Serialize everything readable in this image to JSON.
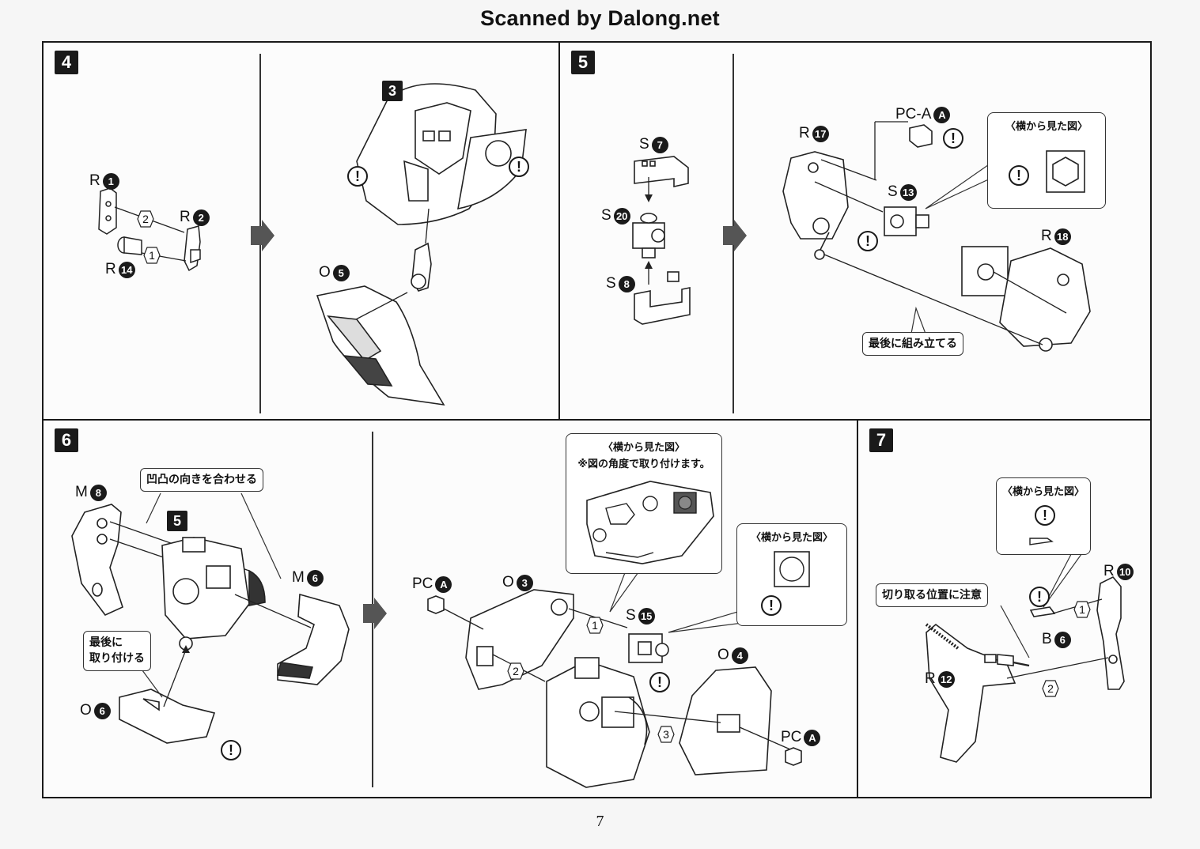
{
  "header": {
    "title": "Scanned by Dalong.net"
  },
  "page_number": "7",
  "steps": {
    "s4": {
      "number": "4",
      "sub_ref": "3",
      "labels": {
        "r1": "R",
        "r1_n": "1",
        "r2": "R",
        "r2_n": "2",
        "r14": "R",
        "r14_n": "14",
        "o5": "O",
        "o5_n": "5"
      },
      "orders": [
        "2",
        "1"
      ]
    },
    "s5": {
      "number": "5",
      "labels": {
        "s7": "S",
        "s7_n": "7",
        "s20": "S",
        "s20_n": "20",
        "s8": "S",
        "s8_n": "8",
        "r17": "R",
        "r17_n": "17",
        "pca": "PC-A",
        "pca_n": "A",
        "s13": "S",
        "s13_n": "13",
        "r18": "R",
        "r18_n": "18"
      },
      "side_view": "〈横から見た図〉",
      "note": "最後に組み立てる"
    },
    "s6": {
      "number": "6",
      "sub_ref": "5",
      "labels": {
        "m8": "M",
        "m8_n": "8",
        "m6": "M",
        "m6_n": "6",
        "o6": "O",
        "o6_n": "6",
        "pca1": "PC",
        "pca1_n": "A",
        "o3": "O",
        "o3_n": "3",
        "s15": "S",
        "s15_n": "15",
        "o4": "O",
        "o4_n": "4",
        "pca2": "PC",
        "pca2_n": "A"
      },
      "note_align": "凹凸の向きを合わせる",
      "note_last_1": "最後に",
      "note_last_2": "取り付ける",
      "side_view_1": "〈横から見た図〉",
      "side_view_1_sub": "※図の角度で取り付けます。",
      "side_view_2": "〈横から見た図〉",
      "orders": [
        "1",
        "2",
        "3"
      ]
    },
    "s7": {
      "number": "7",
      "labels": {
        "r10": "R",
        "r10_n": "10",
        "b6": "B",
        "b6_n": "6",
        "r12": "R",
        "r12_n": "12"
      },
      "side_view": "〈横から見た図〉",
      "note_cut": "切り取る位置に注意",
      "orders": [
        "1",
        "2"
      ]
    }
  },
  "warning_symbol": "!"
}
